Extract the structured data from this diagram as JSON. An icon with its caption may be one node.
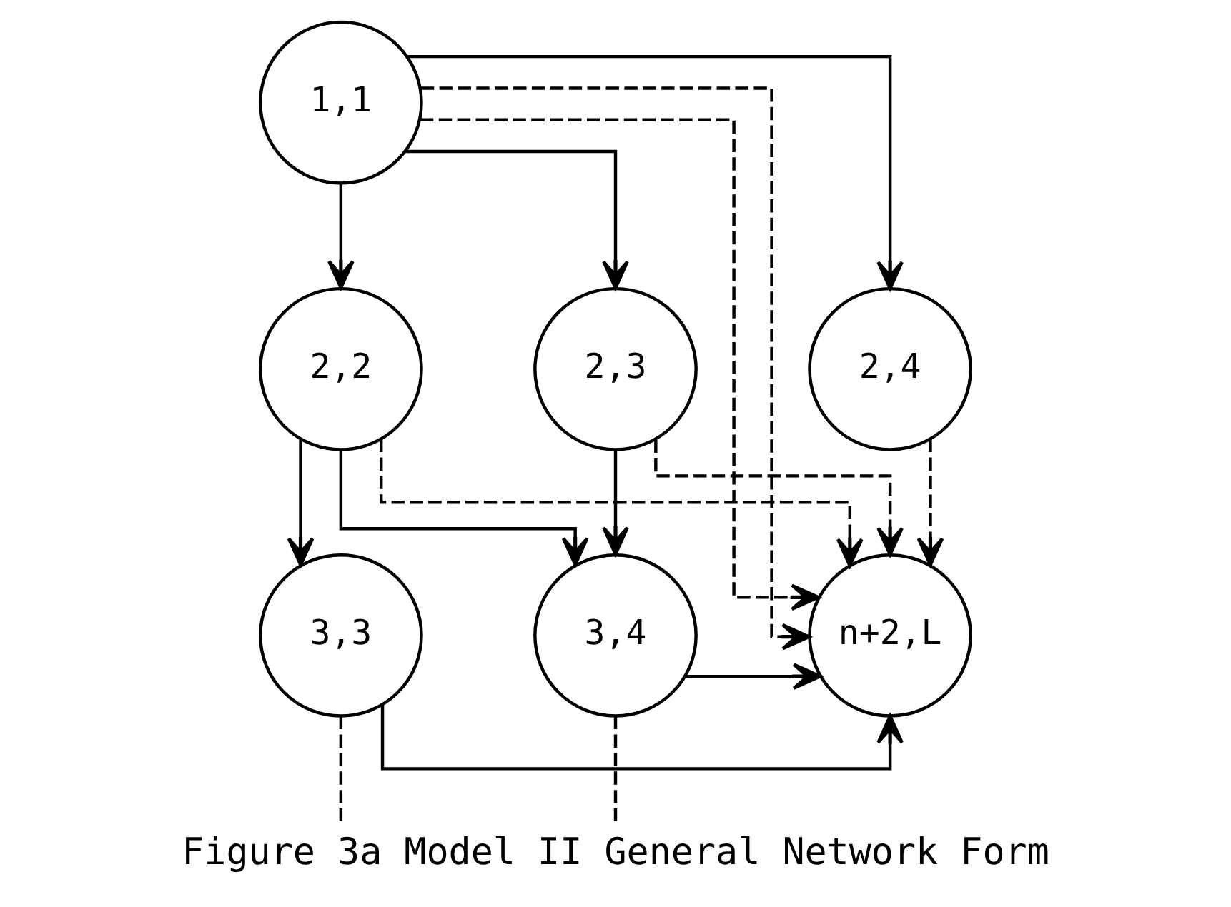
{
  "diagram": {
    "caption": "Figure 3a Model II General Network Form",
    "nodes": [
      {
        "text": [
          "1,1"
        ]
      },
      {
        "text": [
          "2,2"
        ]
      },
      {
        "text": [
          "2,3"
        ]
      },
      {
        "text": [
          "2,4"
        ]
      },
      {
        "text": [
          "3,3"
        ]
      },
      {
        "text": [
          "3,4"
        ]
      },
      {
        "text": [
          "n+2,L"
        ]
      }
    ],
    "edges": [
      {
        "from": 0,
        "to": 1,
        "arrow": "to"
      },
      {
        "from": 0,
        "to": 2,
        "arrow": "to"
      },
      {
        "from": 0,
        "to": 3,
        "arrow": "to"
      },
      {
        "from": 0,
        "to": 6,
        "arrow": "to",
        "style": "dashed"
      },
      {
        "from": 0,
        "to": 6,
        "arrow": "to",
        "style": "dashed"
      },
      {
        "from": 1,
        "to": 4,
        "arrow": "to"
      },
      {
        "from": 1,
        "to": 5,
        "arrow": "to"
      },
      {
        "from": 1,
        "to": 6,
        "arrow": "to",
        "style": "dashed"
      },
      {
        "from": 2,
        "to": 5,
        "arrow": "to"
      },
      {
        "from": 2,
        "to": 6,
        "arrow": "to",
        "style": "dashed"
      },
      {
        "from": 3,
        "to": 6,
        "arrow": "to",
        "style": "dashed"
      },
      {
        "from": 4,
        "to": 6,
        "arrow": "to"
      },
      {
        "from": 5,
        "to": 6,
        "arrow": "to"
      },
      {
        "from": 4,
        "to": null,
        "arrow": "none",
        "style": "dashed"
      },
      {
        "from": 5,
        "to": null,
        "arrow": "none",
        "style": "dashed"
      }
    ]
  }
}
